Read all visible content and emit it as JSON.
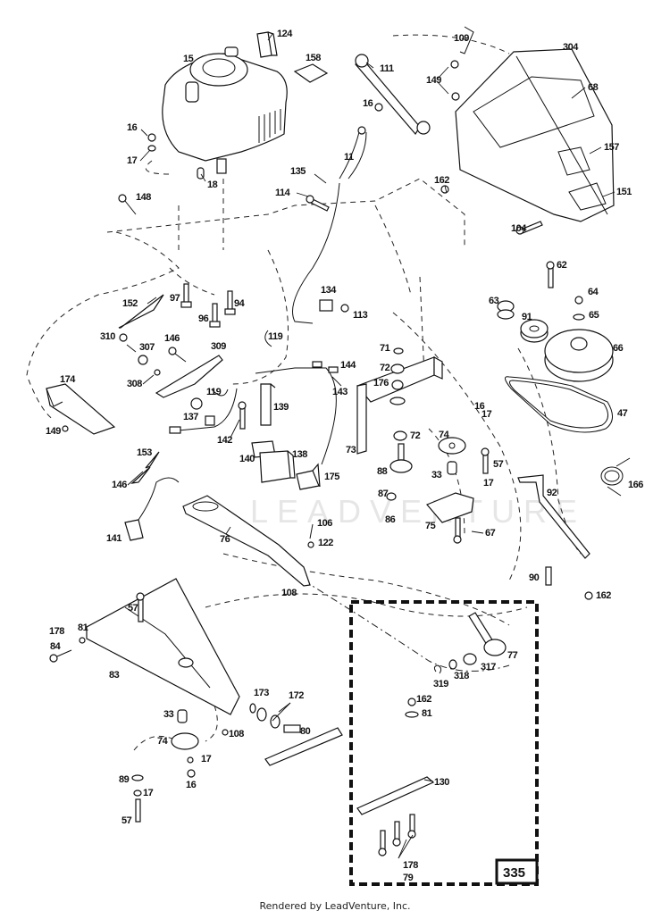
{
  "diagram": {
    "watermark": "LEADVENTURE",
    "kit": {
      "number": "335"
    },
    "callouts": [
      {
        "id": "124",
        "label": "124"
      },
      {
        "id": "15",
        "label": "15"
      },
      {
        "id": "158",
        "label": "158"
      },
      {
        "id": "16a",
        "label": "16"
      },
      {
        "id": "17a",
        "label": "17"
      },
      {
        "id": "18",
        "label": "18"
      },
      {
        "id": "148",
        "label": "148"
      },
      {
        "id": "111",
        "label": "111"
      },
      {
        "id": "109",
        "label": "109"
      },
      {
        "id": "149a",
        "label": "149"
      },
      {
        "id": "304",
        "label": "304"
      },
      {
        "id": "68",
        "label": "68"
      },
      {
        "id": "16b",
        "label": "16"
      },
      {
        "id": "11",
        "label": "11"
      },
      {
        "id": "135",
        "label": "135"
      },
      {
        "id": "114",
        "label": "114"
      },
      {
        "id": "162a",
        "label": "162"
      },
      {
        "id": "157",
        "label": "157"
      },
      {
        "id": "151",
        "label": "151"
      },
      {
        "id": "104",
        "label": "104"
      },
      {
        "id": "97",
        "label": "97"
      },
      {
        "id": "94",
        "label": "94"
      },
      {
        "id": "96",
        "label": "96"
      },
      {
        "id": "152",
        "label": "152"
      },
      {
        "id": "310",
        "label": "310"
      },
      {
        "id": "307",
        "label": "307"
      },
      {
        "id": "146a",
        "label": "146"
      },
      {
        "id": "309",
        "label": "309"
      },
      {
        "id": "308",
        "label": "308"
      },
      {
        "id": "174",
        "label": "174"
      },
      {
        "id": "149b",
        "label": "149"
      },
      {
        "id": "134",
        "label": "134"
      },
      {
        "id": "113",
        "label": "113"
      },
      {
        "id": "119a",
        "label": "119"
      },
      {
        "id": "119b",
        "label": "119"
      },
      {
        "id": "137",
        "label": "137"
      },
      {
        "id": "144",
        "label": "144"
      },
      {
        "id": "143",
        "label": "143"
      },
      {
        "id": "139",
        "label": "139"
      },
      {
        "id": "142",
        "label": "142"
      },
      {
        "id": "140",
        "label": "140"
      },
      {
        "id": "138",
        "label": "138"
      },
      {
        "id": "175",
        "label": "175"
      },
      {
        "id": "62",
        "label": "62"
      },
      {
        "id": "63",
        "label": "63"
      },
      {
        "id": "64",
        "label": "64"
      },
      {
        "id": "65",
        "label": "65"
      },
      {
        "id": "91",
        "label": "91"
      },
      {
        "id": "66",
        "label": "66"
      },
      {
        "id": "71",
        "label": "71"
      },
      {
        "id": "72a",
        "label": "72"
      },
      {
        "id": "176",
        "label": "176"
      },
      {
        "id": "47",
        "label": "47"
      },
      {
        "id": "73",
        "label": "73"
      },
      {
        "id": "72b",
        "label": "72"
      },
      {
        "id": "16c",
        "label": "16"
      },
      {
        "id": "17b",
        "label": "17"
      },
      {
        "id": "74a",
        "label": "74"
      },
      {
        "id": "88",
        "label": "88"
      },
      {
        "id": "33a",
        "label": "33"
      },
      {
        "id": "57a",
        "label": "57"
      },
      {
        "id": "17c",
        "label": "17"
      },
      {
        "id": "87",
        "label": "87"
      },
      {
        "id": "86",
        "label": "86"
      },
      {
        "id": "75",
        "label": "75"
      },
      {
        "id": "67",
        "label": "67"
      },
      {
        "id": "153",
        "label": "153"
      },
      {
        "id": "146b",
        "label": "146"
      },
      {
        "id": "141",
        "label": "141"
      },
      {
        "id": "76",
        "label": "76"
      },
      {
        "id": "106",
        "label": "106"
      },
      {
        "id": "122",
        "label": "122"
      },
      {
        "id": "108a",
        "label": "108"
      },
      {
        "id": "166",
        "label": "166"
      },
      {
        "id": "92",
        "label": "92"
      },
      {
        "id": "90",
        "label": "90"
      },
      {
        "id": "162b",
        "label": "162"
      },
      {
        "id": "57b",
        "label": "57"
      },
      {
        "id": "178a",
        "label": "178"
      },
      {
        "id": "81a",
        "label": "81"
      },
      {
        "id": "84",
        "label": "84"
      },
      {
        "id": "83",
        "label": "83"
      },
      {
        "id": "173",
        "label": "173"
      },
      {
        "id": "172",
        "label": "172"
      },
      {
        "id": "33b",
        "label": "33"
      },
      {
        "id": "80",
        "label": "80"
      },
      {
        "id": "74b",
        "label": "74"
      },
      {
        "id": "108b",
        "label": "108"
      },
      {
        "id": "17d",
        "label": "17"
      },
      {
        "id": "16d",
        "label": "16"
      },
      {
        "id": "89",
        "label": "89"
      },
      {
        "id": "17e",
        "label": "17"
      },
      {
        "id": "57c",
        "label": "57"
      },
      {
        "id": "77",
        "label": "77"
      },
      {
        "id": "317",
        "label": "317"
      },
      {
        "id": "318",
        "label": "318"
      },
      {
        "id": "319",
        "label": "319"
      },
      {
        "id": "162c",
        "label": "162"
      },
      {
        "id": "81b",
        "label": "81"
      },
      {
        "id": "130",
        "label": "130"
      },
      {
        "id": "178b",
        "label": "178"
      },
      {
        "id": "79",
        "label": "79"
      }
    ]
  },
  "footer": {
    "text": "Rendered by LeadVenture, Inc."
  }
}
